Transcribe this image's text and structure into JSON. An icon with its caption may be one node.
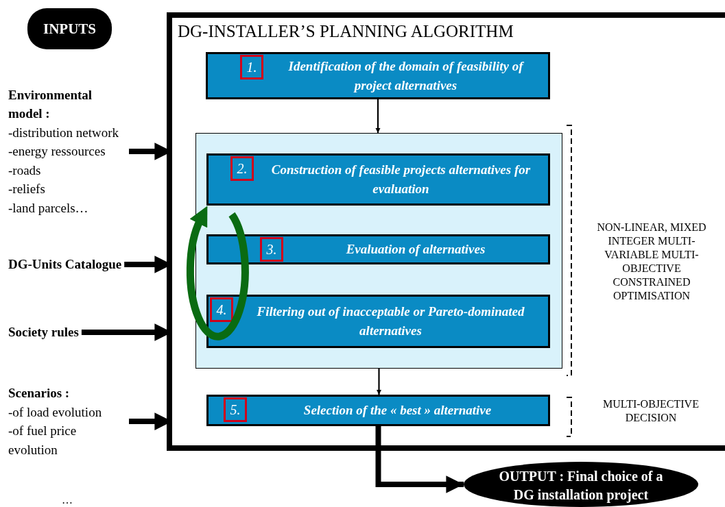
{
  "diagram": {
    "nodes": [
      {
        "text": [
          "INPUTS"
        ]
      },
      {
        "text": [
          "Environmental model :",
          "-distribution network",
          "-energy ressources",
          "-roads",
          "-reliefs",
          "-land parcels…"
        ]
      },
      {
        "text": [
          "DG-Units Catalogue"
        ]
      },
      {
        "text": [
          "Society rules"
        ]
      },
      {
        "text": [
          "Scenarios :",
          "-of load evolution",
          "-of fuel price evolution"
        ]
      },
      {
        "text": [
          "DG-INSTALLER’S PLANNING ALGORITHM"
        ]
      },
      {
        "text": [
          "1.",
          "Identification of the domain of feasibility of project alternatives"
        ],
        "in": 5
      },
      {
        "text": [],
        "shape": "box",
        "in": 5
      },
      {
        "text": [
          "2.",
          "Construction of feasible projects alternatives for evaluation"
        ],
        "in": 7
      },
      {
        "text": [
          "3.",
          "Evaluation of alternatives"
        ],
        "in": 7
      },
      {
        "text": [
          "4.",
          "Filtering out of inacceptable or Pareto-dominated alternatives"
        ],
        "in": 7
      },
      {
        "text": [
          "5.",
          "Selection of the « best » alternative"
        ],
        "in": 5
      },
      {
        "text": [
          "OUTPUT : Final choice of a DG installation project"
        ]
      }
    ],
    "edges": [
      {
        "from": 1,
        "to": 5,
        "arrow": "to"
      },
      {
        "from": 2,
        "to": 5,
        "arrow": "to"
      },
      {
        "from": 3,
        "to": 5,
        "arrow": "to"
      },
      {
        "from": 4,
        "to": 5,
        "arrow": "to"
      },
      {
        "from": 6,
        "to": 7,
        "arrow": "to"
      },
      {
        "from": 7,
        "to": 11,
        "arrow": "to"
      },
      {
        "from": 11,
        "to": 12,
        "arrow": "to"
      }
    ],
    "labels": [
      "NON-LINEAR, MIXED INTEGER MULTI-VARIABLE MULTI-OBJECTIVE CONSTRAINED OPTIMISATION",
      "MULTI-OBJECTIVE DECISION",
      "…"
    ]
  }
}
